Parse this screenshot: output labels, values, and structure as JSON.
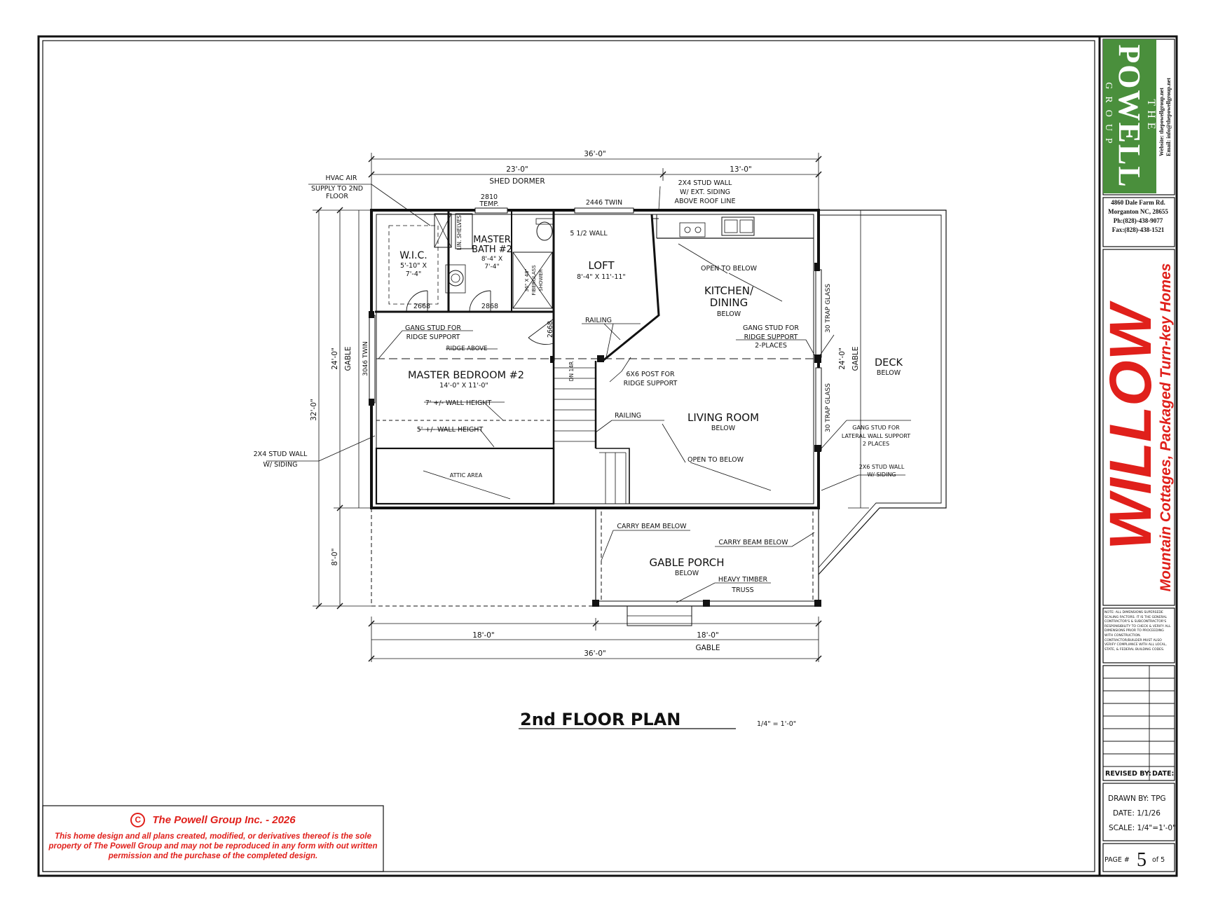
{
  "title_block": {
    "logo": {
      "line1": "THE",
      "line2": "POWELL",
      "line3": "GROUP"
    },
    "website": "Website: thepowellgroup.net",
    "email": "Email: info@thepowellgroup.net",
    "address": {
      "street": "4860 Dale Farm Rd.",
      "city": "Morganton NC, 28655",
      "phone": "Ph:(828)-438-9077",
      "fax": "Fax:(828)-438-1521"
    },
    "design_name": "WILLOW",
    "tagline": "Mountain Cottages, Packaged Turn-key Homes",
    "note": "NOTE: ALL DIMENSIONS SUPERSEDE SCALING FACTORS. IT IS THE GENERAL CONTRACTOR'S & SUBCONTRACTOR'S RESPONSIBILITY TO CHECK & VERIFY ALL DIMENSIONS PRIOR TO PROCEEDING WITH CONSTRUCTION. CONTRACTOR/BUILDER MUST ALSO VERIFY COMPLIANCE WITH ALL LOCAL, STATE, & FEDERAL BUILDING CODES.",
    "revised_by_label": "REVISED BY:",
    "date_label": "DATE:",
    "drawn_by": "DRAWN BY: TPG",
    "date": "DATE: 1/1/26",
    "scale": "SCALE: 1/4\"=1'-0\"",
    "page_label": "PAGE #",
    "page_number": "5",
    "page_of": "of 5"
  },
  "copyright": {
    "symbol": "C",
    "line1": "The Powell Group Inc. - 2026",
    "line2": "This home design and all plans created, modified, or derivatives thereof is the sole property of The Powell Group and may not be reproduced in any form with out written permission and the purchase of the completed design."
  },
  "plan": {
    "title": "2nd FLOOR PLAN",
    "scale": "1/4\" = 1'-0\"",
    "dims": {
      "top_total": "36'-0\"",
      "top_left": "23'-0\"",
      "shed_dormer": "SHED DORMER",
      "top_right": "13'-0\"",
      "bottom_left": "18'-0\"",
      "bottom_right": "18'-0\"",
      "gable_bottom": "GABLE",
      "bottom_total": "36'-0\"",
      "left_total": "32'-0\"",
      "left_upper": "24'-0\"",
      "left_lower": "8'-0\"",
      "left_gable": "GABLE",
      "right_dim": "24'-0\"",
      "right_gable": "GABLE"
    },
    "rooms": {
      "wic": "W.I.C.",
      "wic_size1": "5'-10\" X",
      "wic_size2": "7'-4\"",
      "bath": "MASTER",
      "bath2": "BATH #2",
      "bath_size1": "8'-4\" X",
      "bath_size2": "7'-4\"",
      "loft": "LOFT",
      "loft_size": "8'-4\" X 11'-11\"",
      "kitchen": "KITCHEN/",
      "kitchen2": "DINING",
      "kitchen_below": "BELOW",
      "bedroom": "MASTER BEDROOM #2",
      "bedroom_size": "14'-0\" X 11'-0\"",
      "living": "LIVING ROOM",
      "living_below": "BELOW",
      "deck": "DECK",
      "deck_below": "BELOW",
      "porch": "GABLE PORCH",
      "porch_below": "BELOW",
      "attic": "ATTIC AREA"
    },
    "notes": {
      "hvac1": "HVAC AIR",
      "hvac2": "SUPPLY TO 2ND",
      "hvac3": "FLOOR",
      "win_2810": "2810",
      "win_temp": "TEMP.",
      "win_2446": "2446 TWIN",
      "stud1": "2X4 STUD WALL",
      "stud2": "W/ EXT. SIDING",
      "stud3": "ABOVE ROOF LINE",
      "wall_512": "5 1/2 WALL",
      "lin_shelves": "LIN. SHELVES",
      "shower1": "36\" X 48\"",
      "shower2": "FIBERGLASS",
      "shower3": "SHOWER",
      "door_2668a": "2668",
      "door_2868": "2868",
      "door_2668b": "2668",
      "open_below_k": "OPEN TO BELOW",
      "railing1": "RAILING",
      "railing2": "RAILING",
      "gang1a": "GANG STUD FOR",
      "gang1b": "RIDGE SUPPORT",
      "ridge_above": "RIDGE ABOVE",
      "gang2a": "GANG STUD FOR",
      "gang2b": "RIDGE SUPPORT",
      "gang2c": "2-PLACES",
      "trap1": "30 TRAP GLASS",
      "trap2": "30 TRAP GLASS",
      "twin_3046": "3046 TWIN",
      "post1": "6X6 POST FOR",
      "post2": "RIDGE SUPPORT",
      "dn": "DN 14R",
      "wall7": "7' +/- WALL HEIGHT",
      "wall5": "5' +/- WALL HEIGHT",
      "stud_siding1": "2X4 STUD WALL",
      "stud_siding2": "W/ SIDING",
      "open_below_l": "OPEN TO BELOW",
      "gang3a": "GANG STUD FOR",
      "gang3b": "LATERAL WALL SUPPORT",
      "gang3c": "2 PLACES",
      "stud6a": "2X6 STUD WALL",
      "stud6b": "W/ SIDING",
      "carry1": "CARRY BEAM BELOW",
      "carry2": "CARRY BEAM BELOW",
      "truss1": "HEAVY TIMBER",
      "truss2": "TRUSS"
    }
  }
}
